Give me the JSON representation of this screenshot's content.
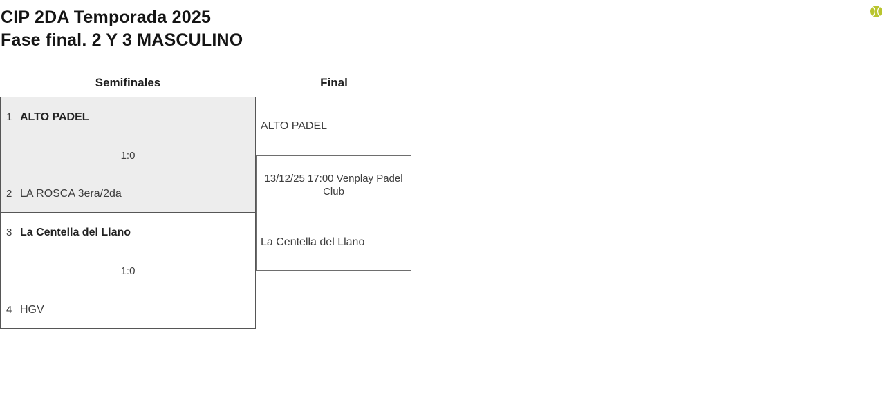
{
  "page": {
    "title": "CIP 2DA Temporada 2025",
    "subtitle": "Fase final. 2 Y 3 MASCULINO"
  },
  "icon": {
    "name": "padel-ball-icon",
    "color": "#b9c52e"
  },
  "colors": {
    "highlight_match_bg": "#ededed",
    "border": "#565656",
    "text": "#3d3d3d"
  },
  "bracket": {
    "rounds": [
      {
        "label": "Semifinales"
      },
      {
        "label": "Final"
      }
    ],
    "semifinals": [
      {
        "team1_seed": "1",
        "team1": "ALTO PADEL",
        "score": "1:0",
        "team2_seed": "2",
        "team2": "LA ROSCA 3era/2da"
      },
      {
        "team1_seed": "3",
        "team1": "La Centella del Llano",
        "score": "1:0",
        "team2_seed": "4",
        "team2": "HGV"
      }
    ],
    "final": {
      "team1": "ALTO PADEL",
      "info": "13/12/25 17:00 Venplay Padel Club",
      "team2": "La Centella del Llano"
    }
  }
}
